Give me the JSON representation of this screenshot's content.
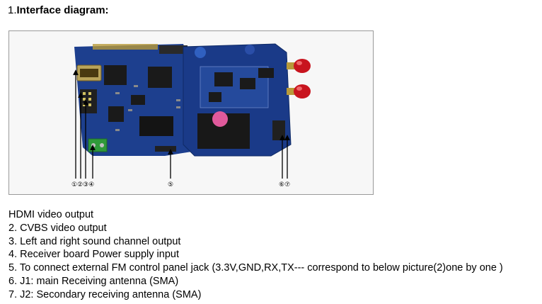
{
  "heading": {
    "number": "1.",
    "title": "Interface diagram:"
  },
  "figure": {
    "markers": {
      "group_1_4": "①②③④",
      "m5": "⑤",
      "group_6_7": "⑥⑦"
    },
    "colors": {
      "pcb": "#1d3f8e",
      "pcb_dark": "#142e6e",
      "chip": "#1a1a1a",
      "antenna": "#c8141e",
      "gold": "#b89a3a",
      "terminal": "#2f9a3a",
      "pink": "#e05a9c"
    }
  },
  "descriptions": [
    "HDMI video output",
    "2. CVBS video output",
    "3. Left and right sound channel output",
    "4. Receiver board Power supply input",
    "5. To connect external FM control panel jack (3.3V,GND,RX,TX--- correspond to below picture(2)one by one )",
    "6. J1: main Receiving antenna (SMA)",
    "7. J2: Secondary receiving antenna (SMA)"
  ]
}
